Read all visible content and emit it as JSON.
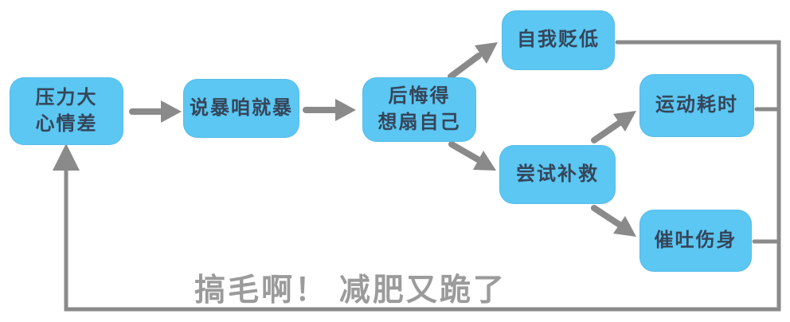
{
  "diagram": {
    "type": "flowchart",
    "caption": {
      "text": "搞毛啊！ 减肥又跪了"
    },
    "nodes": [
      {
        "id": "stress",
        "label": "压力大\n心情差"
      },
      {
        "id": "binge",
        "label": "说暴咱就暴"
      },
      {
        "id": "regret",
        "label": "后悔得\n想扇自己"
      },
      {
        "id": "self_deprecation",
        "label": "自我贬低"
      },
      {
        "id": "remedy",
        "label": "尝试补救"
      },
      {
        "id": "exercise",
        "label": "运动耗时"
      },
      {
        "id": "purge",
        "label": "催吐伤身"
      }
    ],
    "edges": [
      {
        "from": "stress",
        "to": "binge"
      },
      {
        "from": "binge",
        "to": "regret"
      },
      {
        "from": "regret",
        "to": "self_deprecation"
      },
      {
        "from": "regret",
        "to": "remedy"
      },
      {
        "from": "remedy",
        "to": "exercise"
      },
      {
        "from": "remedy",
        "to": "purge"
      },
      {
        "from": "self_deprecation",
        "to": "stress",
        "via": "feedback-loop"
      },
      {
        "from": "exercise",
        "to": "stress",
        "via": "feedback-loop"
      },
      {
        "from": "purge",
        "to": "stress",
        "via": "feedback-loop"
      }
    ],
    "colors": {
      "background": "#ffffff",
      "node_fill": "#5bc7f2",
      "node_text": "#36455a",
      "arrow": "#8a8a8a",
      "caption_text": "#9b9b9b"
    }
  }
}
